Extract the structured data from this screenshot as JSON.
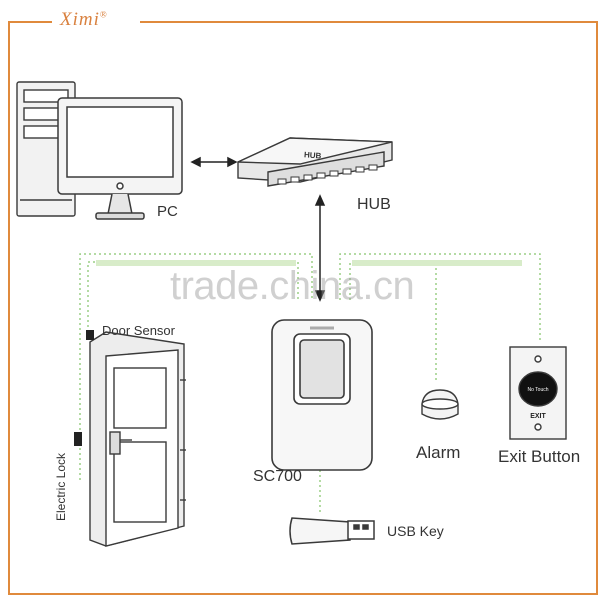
{
  "brand": {
    "name": "Ximi",
    "mark": "®"
  },
  "watermark": "trade.china.cn",
  "labels": {
    "pc": "PC",
    "hub": "HUB",
    "hub_print": "HUB",
    "door_sensor": "Door Sensor",
    "electric_lock": "Electric Lock",
    "sc700": "SC700",
    "alarm": "Alarm",
    "exit_button": "Exit Button",
    "usb_key": "USB Key",
    "no_touch": "No Touch",
    "exit": "EXIT"
  },
  "colors": {
    "frame": "#e08a3c",
    "wire_green": "#b9dba3",
    "wire_dotted": "#9bcf86",
    "outline": "#3a3a3a"
  }
}
